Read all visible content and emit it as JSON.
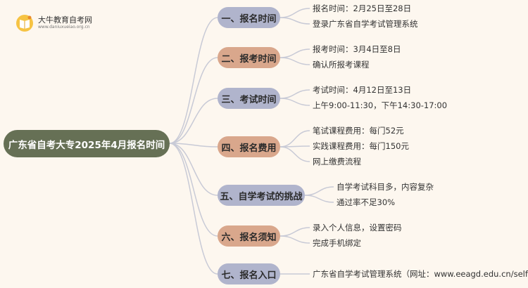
{
  "logo": {
    "title": "大牛教育自考网",
    "url": "www.daniuxueiao.org.cn"
  },
  "root": "广东省自考大专2025年4月报名时间",
  "colors": {
    "root": "#667055",
    "topic_lavender": "#b0b4cc",
    "topic_salmon": "#d9a78c",
    "line": "#c8cad6",
    "background": "#fdf7ef"
  },
  "topics": [
    {
      "label": "一、报名时间",
      "items": [
        "报名时间：2月25日至28日",
        "登录广东省自学考试管理系统"
      ]
    },
    {
      "label": "二、报考时间",
      "items": [
        "报考时间：3月4日至8日",
        "确认所报考课程"
      ]
    },
    {
      "label": "三、考试时间",
      "items": [
        "考试时间：4月12日至13日",
        "上午9:00-11:30，下午14:30-17:00"
      ]
    },
    {
      "label": "四、报名费用",
      "items": [
        "笔试课程费用：每门52元",
        "实践课程费用：每门150元",
        "网上缴费流程"
      ]
    },
    {
      "label": "五、自学考试的挑战",
      "items": [
        "自学考试科目多，内容复杂",
        "通过率不足30%"
      ]
    },
    {
      "label": "六、报名须知",
      "items": [
        "录入个人信息，设置密码",
        "完成手机绑定"
      ]
    },
    {
      "label": "七、报名入口",
      "items": [
        "广东省自学考试管理系统（网址：www.eeagd.edu.cn/selfec/）"
      ]
    }
  ]
}
